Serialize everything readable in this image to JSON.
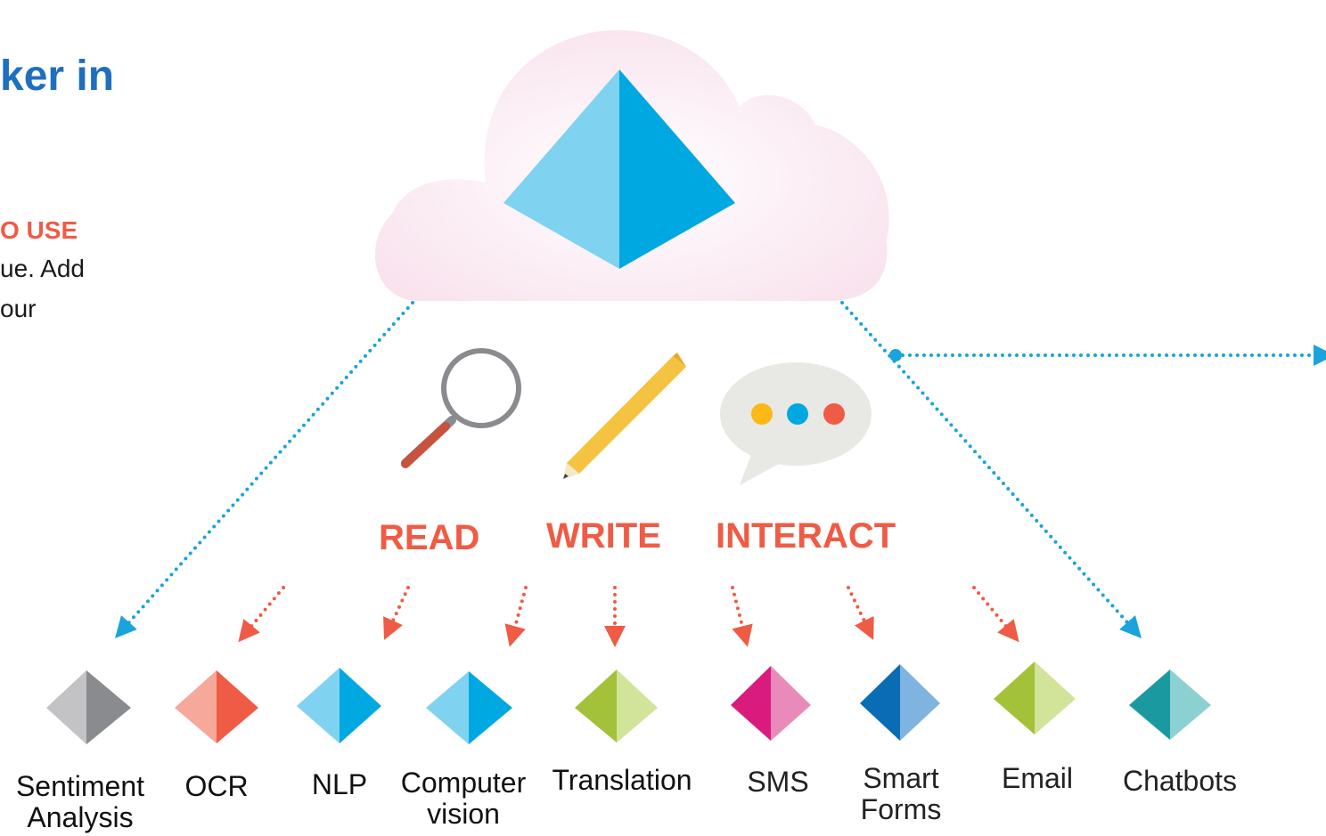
{
  "heading": {
    "title": "ker in",
    "accent": "O USE",
    "line1": "ue. Add",
    "line2": "our"
  },
  "actions": [
    "READ",
    "WRITE",
    "INTERACT"
  ],
  "capabilities": [
    {
      "line1": "Sentiment",
      "line2": "Analysis",
      "colors": [
        "#c3c3c6",
        "#8a8b8e"
      ]
    },
    {
      "line1": "OCR",
      "line2": "",
      "colors": [
        "#f6a89a",
        "#ef5b45"
      ]
    },
    {
      "line1": "NLP",
      "line2": "",
      "colors": [
        "#7fd3f0",
        "#00a8e1"
      ]
    },
    {
      "line1": "Computer",
      "line2": "vision",
      "colors": [
        "#7fd3f0",
        "#00a8e1"
      ]
    },
    {
      "line1": "Translation",
      "line2": "",
      "colors": [
        "#a3c23a",
        "#d2e39a"
      ]
    },
    {
      "line1": "SMS",
      "line2": "",
      "colors": [
        "#d81b7c",
        "#ea8abb"
      ]
    },
    {
      "line1": "Smart",
      "line2": "Forms",
      "colors": [
        "#0a6cb5",
        "#7fb4e0"
      ]
    },
    {
      "line1": "Email",
      "line2": "",
      "colors": [
        "#a3c23a",
        "#d2e39a"
      ]
    },
    {
      "line1": "Chatbots",
      "line2": "",
      "colors": [
        "#1a9aa0",
        "#8dd0d1"
      ]
    }
  ],
  "colors": {
    "accent": "#ef5b45",
    "blue_dotted": "#1aa3dc",
    "title_blue": "#1f6fbf",
    "cloud": "#fbe9f2"
  },
  "icons": [
    "magnifier-icon",
    "pencil-icon",
    "chat-bubble-icon",
    "pyramid-logo-icon"
  ]
}
